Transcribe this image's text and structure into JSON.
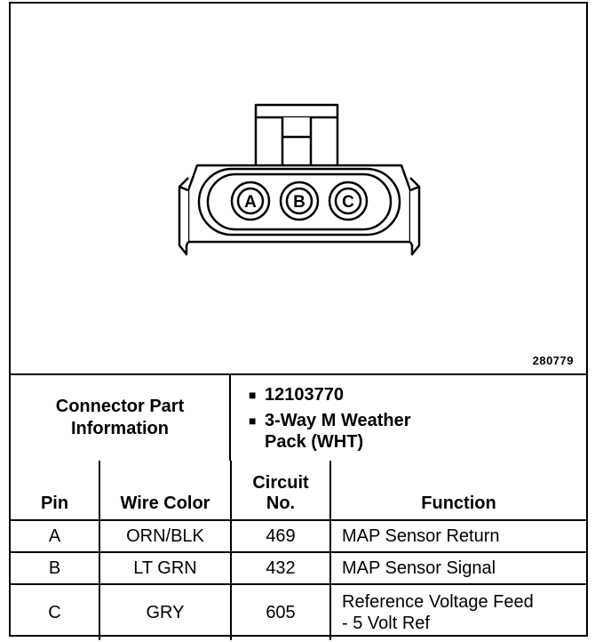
{
  "figure": {
    "id": "280779",
    "pins": [
      "A",
      "B",
      "C"
    ]
  },
  "connector_info": {
    "label_line1": "Connector Part",
    "label_line2": "Information",
    "items": [
      {
        "line1": "12103770",
        "line2": ""
      },
      {
        "line1": "3-Way M Weather",
        "line2": "Pack (WHT)"
      }
    ]
  },
  "table": {
    "headers": {
      "pin": "Pin",
      "wire_color": "Wire Color",
      "circuit_line1": "Circuit",
      "circuit_line2": "No.",
      "function": "Function"
    },
    "rows": [
      {
        "pin": "A",
        "wire_color": "ORN/BLK",
        "circuit": "469",
        "function_line1": "MAP Sensor Return",
        "function_line2": ""
      },
      {
        "pin": "B",
        "wire_color": "LT GRN",
        "circuit": "432",
        "function_line1": "MAP Sensor Signal",
        "function_line2": ""
      },
      {
        "pin": "C",
        "wire_color": "GRY",
        "circuit": "605",
        "function_line1": "Reference Voltage Feed",
        "function_line2": "- 5 Volt Ref"
      }
    ]
  }
}
